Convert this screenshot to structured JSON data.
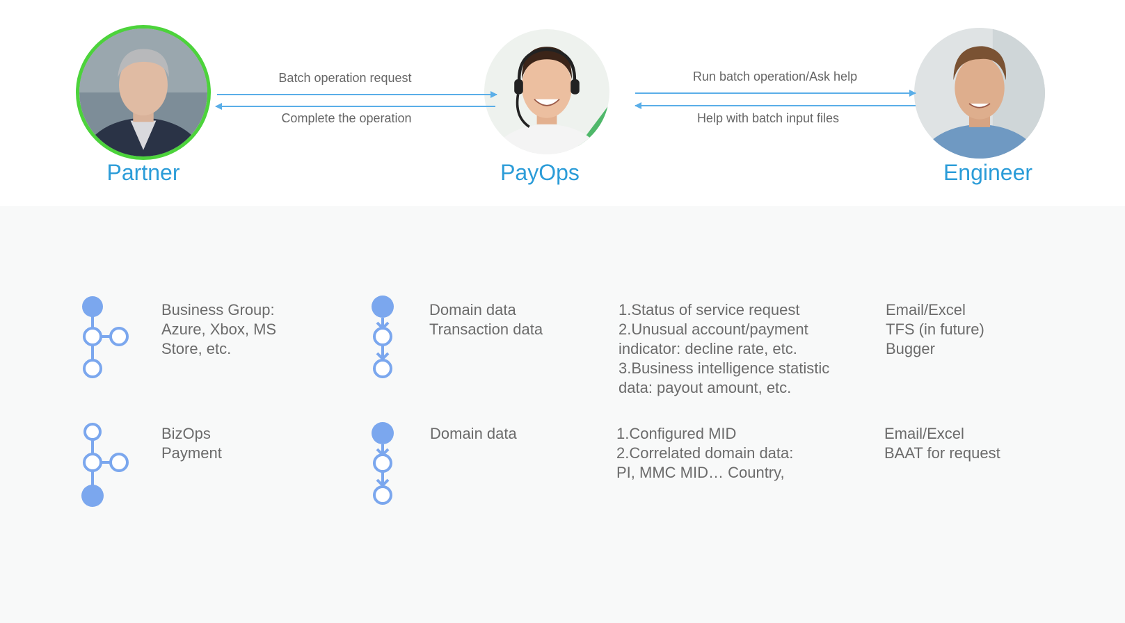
{
  "roles": {
    "partner": "Partner",
    "payops": "PayOps",
    "engineer": "Engineer"
  },
  "arrows": {
    "partner_to_payops": "Batch operation request",
    "payops_to_partner": "Complete the operation",
    "payops_to_engineer": "Run batch operation/Ask help",
    "engineer_to_payops": "Help with batch input files"
  },
  "rows": [
    {
      "col1": "Business Group:\nAzure, Xbox, MS\nStore, etc.",
      "col2": "Domain data\nTransaction data",
      "col3": "1.Status of service request\n2.Unusual account/payment\nindicator: decline rate, etc.\n3.Business intelligence statistic\ndata: payout amount, etc.",
      "col4": "Email/Excel\nTFS (in future)\nBugger"
    },
    {
      "col1": "BizOps\nPayment",
      "col2": "Domain data",
      "col3": "1.Configured MID\n2.Correlated domain data:\nPI, MMC MID…  Country,",
      "col4": "Email/Excel\nBAAT for request"
    }
  ],
  "icons": {
    "branch": "git-branch-icon",
    "flow": "git-flow-icon"
  },
  "colors": {
    "accent_blue": "#2b9cd8",
    "arrow_blue": "#5aaee8",
    "icon_blue": "#7ba7ee",
    "partner_ring": "#4cd33b",
    "text_gray": "#6b6b6b"
  }
}
